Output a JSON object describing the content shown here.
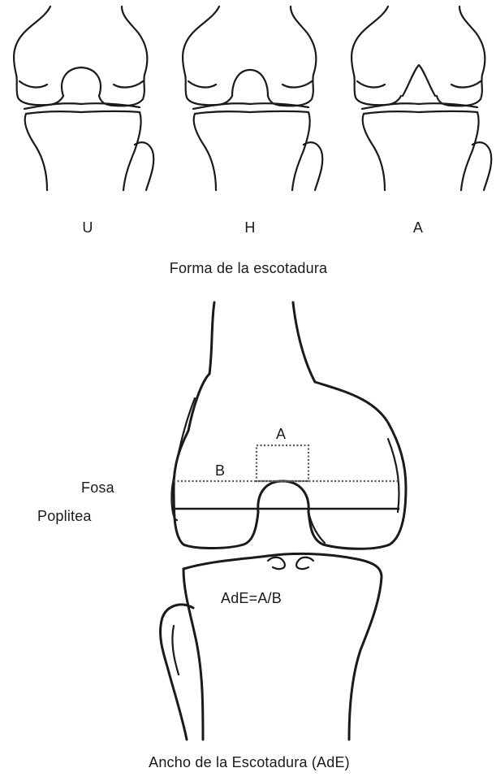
{
  "top_panel": {
    "shapes": [
      {
        "label": "U"
      },
      {
        "label": "H"
      },
      {
        "label": "A"
      }
    ],
    "caption": "Forma de la escotadura"
  },
  "bottom_panel": {
    "label_a": "A",
    "label_b": "B",
    "fosa_line1": "Fosa",
    "fosa_line2": "Poplitea",
    "formula": "AdE=A/B",
    "caption": "Ancho de la Escotadura (AdE)"
  }
}
